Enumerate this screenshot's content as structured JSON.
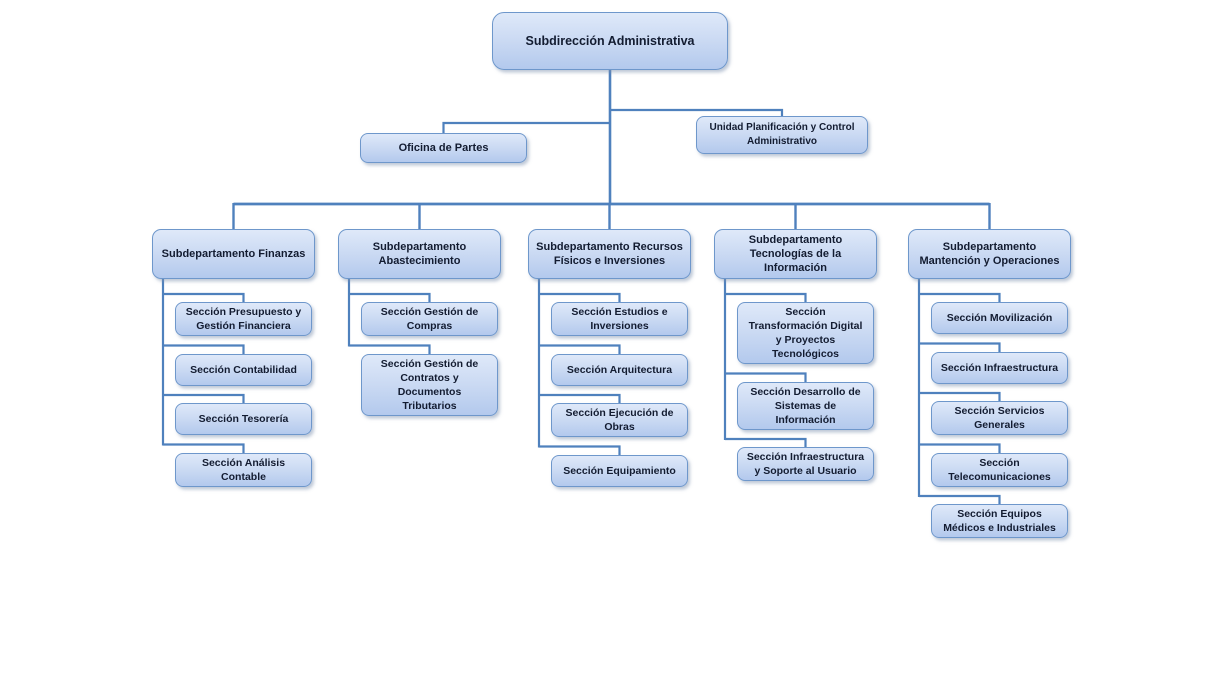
{
  "page": {
    "background": "#ffffff"
  },
  "colors": {
    "connector": "#4f81bd",
    "node_border": "#6e97cb",
    "node_fill_top": "#dfe9f9",
    "node_fill_mid": "#cbdaf3",
    "node_fill_bottom": "#b3c9ed",
    "node_text": "#131c31"
  },
  "org": {
    "root": {
      "label": "Subdirección Administrativa"
    },
    "staff": [
      {
        "label": "Oficina de Partes"
      },
      {
        "label": "Unidad Planificación y Control\nAdministrativo"
      }
    ],
    "departments": [
      {
        "label": "Subdepartamento Finanzas",
        "sections": [
          {
            "label": "Sección Presupuesto y\nGestión Financiera"
          },
          {
            "label": "Sección Contabilidad"
          },
          {
            "label": "Sección Tesorería"
          },
          {
            "label": "Sección Análisis\nContable"
          }
        ]
      },
      {
        "label": "Subdepartamento\nAbastecimiento",
        "sections": [
          {
            "label": "Sección Gestión de\nCompras"
          },
          {
            "label": "Sección Gestión de\nContratos y\nDocumentos\nTributarios"
          }
        ]
      },
      {
        "label": "Subdepartamento Recursos\nFísicos e Inversiones",
        "sections": [
          {
            "label": "Sección Estudios e\nInversiones"
          },
          {
            "label": "Sección Arquitectura"
          },
          {
            "label": "Sección Ejecución de\nObras"
          },
          {
            "label": "Sección Equipamiento"
          }
        ]
      },
      {
        "label": "Subdepartamento\nTecnologías de la\nInformación",
        "sections": [
          {
            "label": "Sección\nTransformación Digital\ny Proyectos\nTecnológicos"
          },
          {
            "label": "Sección Desarrollo de\nSistemas de\nInformación"
          },
          {
            "label": "Sección Infraestructura\ny Soporte al Usuario"
          }
        ]
      },
      {
        "label": "Subdepartamento\nMantención y Operaciones",
        "sections": [
          {
            "label": "Sección Movilización"
          },
          {
            "label": "Sección Infraestructura"
          },
          {
            "label": "Sección Servicios\nGenerales"
          },
          {
            "label": "Sección\nTelecomunicaciones"
          },
          {
            "label": "Sección Equipos\nMédicos e Industriales"
          }
        ]
      }
    ]
  }
}
